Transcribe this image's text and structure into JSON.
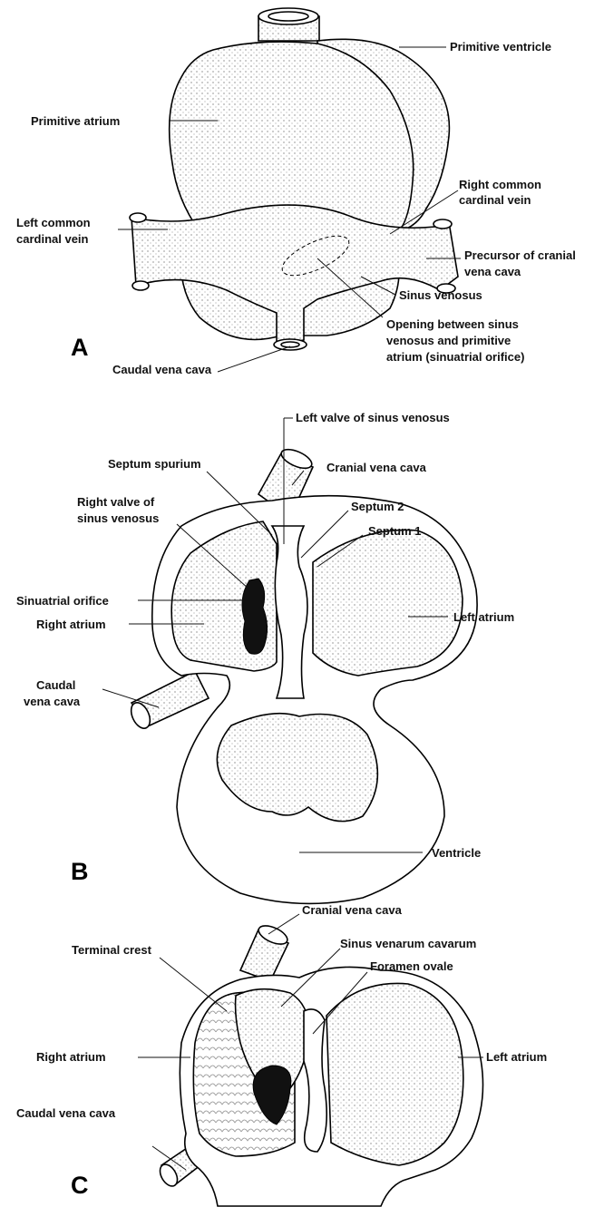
{
  "panels": {
    "A": {
      "letter": "A",
      "labels": {
        "primitive_atrium": "Primitive atrium",
        "primitive_ventricle": "Primitive ventricle",
        "right_common_cardinal_vein_1": "Right common",
        "right_common_cardinal_vein_2": "cardinal vein",
        "left_common_cardinal_vein_1": "Left common",
        "left_common_cardinal_vein_2": "cardinal vein",
        "precursor_cranial_vena_cava_1": "Precursor of cranial",
        "precursor_cranial_vena_cava_2": "vena cava",
        "sinus_venosus": "Sinus venosus",
        "caudal_vena_cava": "Caudal vena cava",
        "opening_1": "Opening between sinus",
        "opening_2": "venosus and primitive",
        "opening_3": "atrium (sinuatrial orifice)"
      }
    },
    "B": {
      "letter": "B",
      "labels": {
        "left_valve_sinus_venosus": "Left valve of sinus venosus",
        "septum_spurium": "Septum spurium",
        "cranial_vena_cava": "Cranial vena cava",
        "right_valve_1": "Right valve of",
        "right_valve_2": "sinus venosus",
        "septum_2": "Septum 2",
        "septum_1": "Septum 1",
        "sinuatrial_orifice": "Sinuatrial orifice",
        "right_atrium": "Right atrium",
        "left_atrium": "Left atrium",
        "caudal_1": "Caudal",
        "caudal_2": "vena cava",
        "ventricle": "Ventricle"
      }
    },
    "C": {
      "letter": "C",
      "labels": {
        "cranial_vena_cava": "Cranial vena cava",
        "terminal_crest": "Terminal crest",
        "sinus_venarum_cavarum": "Sinus venarum cavarum",
        "foramen_ovale": "Foramen ovale",
        "right_atrium": "Right atrium",
        "left_atrium": "Left atrium",
        "caudal_vena_cava": "Caudal vena cava"
      }
    }
  }
}
